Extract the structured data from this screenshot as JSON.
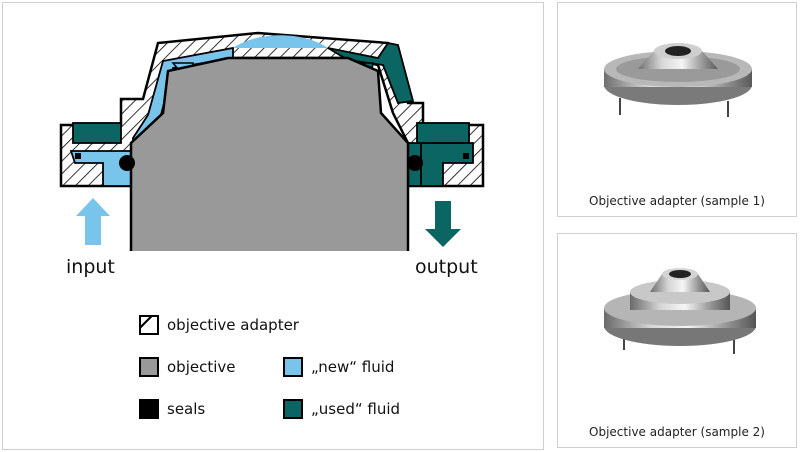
{
  "colors": {
    "adapter_fill": "#ffffff",
    "objective": "#999999",
    "new_fluid": "#79c4eb",
    "used_fluid": "#0b6563",
    "seals": "#000000",
    "border": "#cfcfcf"
  },
  "diagram": {
    "input_label": "input",
    "output_label": "output",
    "legend": [
      {
        "label": "objective adapter",
        "swatch": "hatched",
        "icon": "hatched-swatch-icon"
      },
      {
        "label": "objective",
        "swatch": "#999999",
        "icon": "gray-swatch-icon"
      },
      {
        "label": "„new“ fluid",
        "swatch": "#79c4eb",
        "icon": "light-blue-swatch-icon"
      },
      {
        "label": "seals",
        "swatch": "#000000",
        "icon": "black-swatch-icon"
      },
      {
        "label": "„used“ fluid",
        "swatch": "#0b6563",
        "icon": "teal-swatch-icon"
      }
    ]
  },
  "cards": [
    {
      "caption": "Objective adapter (sample 1)"
    },
    {
      "caption": "Objective adapter (sample 2)"
    }
  ]
}
